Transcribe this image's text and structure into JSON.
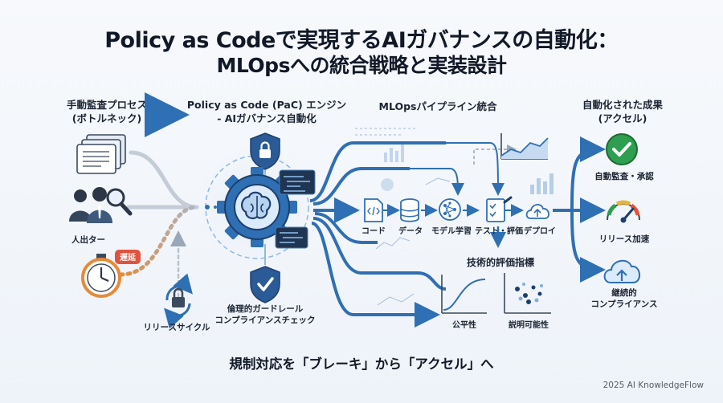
{
  "title": {
    "line1": "Policy as Codeで実現するAIガバナンスの自動化：",
    "line2": "MLOpsへの統合戦略と実装設計"
  },
  "columns": {
    "manual": "手動監査プロセス\n(ボトルネック)",
    "pac": "Policy as Code (PaC) エンジン\n- AIガバナンス自動化",
    "mlops": "MLOpsパイプライン統合",
    "outcomes": "自動化された成果\n(アクセル)"
  },
  "left_items": {
    "people": "人出ター",
    "delay_badge": "遅延",
    "release_cycle": "リリースサイクル"
  },
  "engine": {
    "caption": "倫理的ガードレール\nコンプライアンスチェック"
  },
  "pipeline": {
    "steps": [
      "コード",
      "データ",
      "モデル学習",
      "テスト・評価",
      "デプロイ"
    ],
    "eval_title": "技術的評価指標",
    "eval_metrics": [
      "公平性",
      "説明可能性"
    ]
  },
  "outcomes": [
    "自動監査・承認",
    "リリース加速",
    "継続的\nコンプライアンス"
  ],
  "bottom_message": "規制対応を「ブレーキ」から「アクセル」へ",
  "footer": "2025 AI KnowledgeFlow",
  "colors": {
    "primary_blue": "#2f6fb3",
    "dark_blue": "#1d3f6e",
    "light_blue": "#8fb8e3",
    "green": "#2e9e4f",
    "orange": "#e58a3a",
    "red_badge": "#e0533f"
  },
  "icons": [
    "document-stack-icon",
    "people-icon",
    "magnifier-icon",
    "stopwatch-icon",
    "lock-cycle-icon",
    "shield-lock-icon",
    "gear-brain-icon",
    "shield-check-icon",
    "code-icon",
    "database-icon",
    "neural-icon",
    "checklist-icon",
    "cloud-upload-icon",
    "check-circle-icon",
    "gauge-icon",
    "cloud-icon"
  ]
}
